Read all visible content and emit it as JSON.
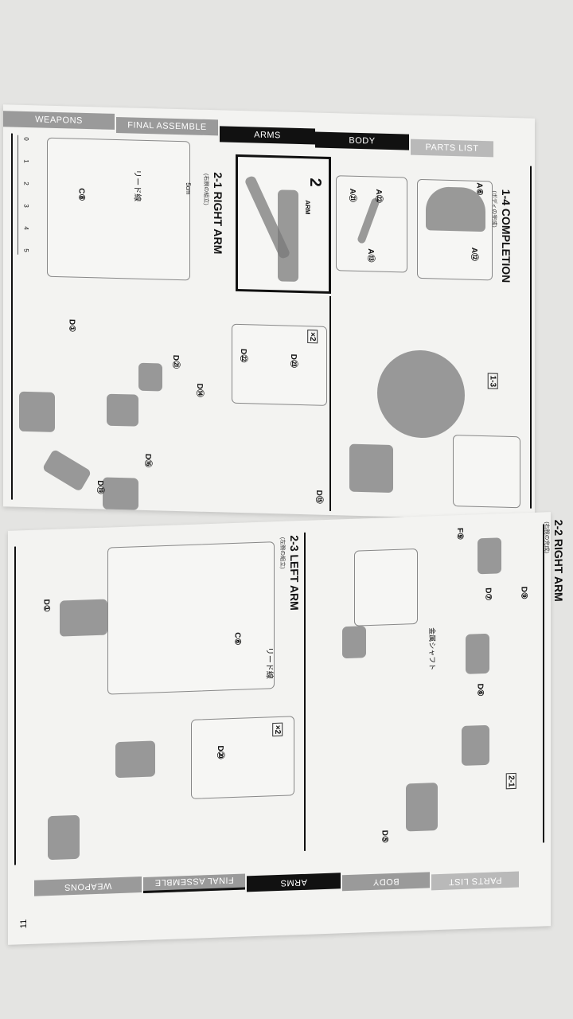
{
  "top_page": {
    "tabs": [
      "WEAPONS",
      "FINAL ASSEMBLE",
      "ARMS",
      "BODY",
      "PARTS LIST"
    ],
    "sections": [
      {
        "title": "1-4 COMPLETION",
        "subtitle": "(ボディの完成)"
      },
      {
        "title": "2-1 RIGHT ARM",
        "subtitle": "(右腕の組立)"
      },
      {
        "title": "2",
        "subtitle": "ARM"
      }
    ],
    "labels": {
      "a1": "A⑥",
      "a2": "A⑫",
      "a3": "A㉒",
      "a4": "A㉑",
      "a5": "A⑬",
      "ref": "1-3",
      "c": "C⑧",
      "lead": "リード線",
      "len": "5cm",
      "d1": "D①",
      "d2": "D㉑",
      "d3": "D㉒",
      "d4": "D㉓",
      "d5": "D⑭",
      "d6": "D⑮",
      "d7": "D⑯",
      "d8": "D⑲",
      "x2": "×2"
    },
    "ruler": [
      "0",
      "1",
      "2",
      "3",
      "4",
      "5"
    ]
  },
  "bottom_page": {
    "tabs": [
      "WEAPONS",
      "FINAL ASSEMBLE",
      "ARMS",
      "BODY",
      "PARTS LIST"
    ],
    "sections": [
      {
        "title": "2-2 RIGHT ARM",
        "subtitle": "(右腕の完成)"
      },
      {
        "title": "2-3 LEFT ARM",
        "subtitle": "(左腕の組立)"
      }
    ],
    "labels": {
      "f": "F⑨",
      "d9": "D⑨",
      "d7": "D⑦",
      "shaft": "金属シャフト",
      "d6": "D⑥",
      "ref": "2-1",
      "c": "C⑥",
      "lead": "リード線",
      "d1": "D①",
      "x2": "×2",
      "d20": "D⑳",
      "d5": "D⑤"
    },
    "page_number": "11"
  }
}
